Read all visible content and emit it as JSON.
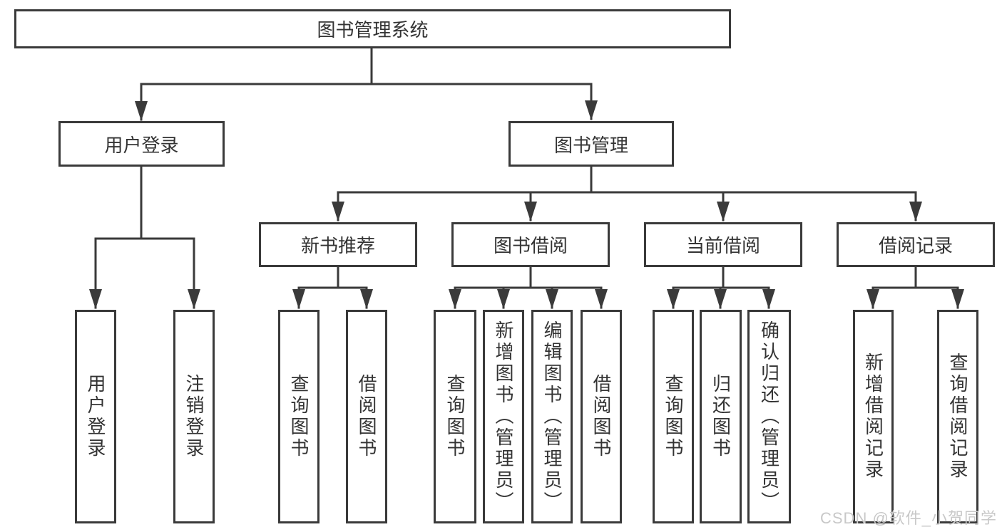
{
  "diagram": {
    "type": "hierarchy-tree",
    "colors": {
      "line": "#3a3a3a",
      "border": "#3a3a3a",
      "text": "#333333",
      "background": "#ffffff",
      "watermark": "#c8c8c8"
    },
    "root": {
      "label": "图书管理系统"
    },
    "level2": [
      {
        "id": "user-login",
        "label": "用户登录"
      },
      {
        "id": "book-management",
        "label": "图书管理"
      }
    ],
    "level3": [
      {
        "id": "new-book-recommend",
        "label": "新书推荐",
        "parent": "book-management"
      },
      {
        "id": "book-borrow",
        "label": "图书借阅",
        "parent": "book-management"
      },
      {
        "id": "current-borrow",
        "label": "当前借阅",
        "parent": "book-management"
      },
      {
        "id": "borrow-records",
        "label": "借阅记录",
        "parent": "book-management"
      }
    ],
    "leaves": [
      {
        "label": "用户登录",
        "parent": "user-login"
      },
      {
        "label": "注销登录",
        "parent": "user-login"
      },
      {
        "label": "查询图书",
        "parent": "new-book-recommend"
      },
      {
        "label": "借阅图书",
        "parent": "new-book-recommend"
      },
      {
        "label": "查询图书",
        "parent": "book-borrow"
      },
      {
        "label": "新增图书（管理员）",
        "parent": "book-borrow"
      },
      {
        "label": "编辑图书（管理员）",
        "parent": "book-borrow"
      },
      {
        "label": "借阅图书",
        "parent": "book-borrow"
      },
      {
        "label": "查询图书",
        "parent": "current-borrow"
      },
      {
        "label": "归还图书",
        "parent": "current-borrow"
      },
      {
        "label": "确认归还（管理员）",
        "parent": "current-borrow"
      },
      {
        "label": "新增借阅记录",
        "parent": "borrow-records"
      },
      {
        "label": "查询借阅记录",
        "parent": "borrow-records"
      }
    ],
    "watermark": "CSDN @软件_小贺同学"
  }
}
